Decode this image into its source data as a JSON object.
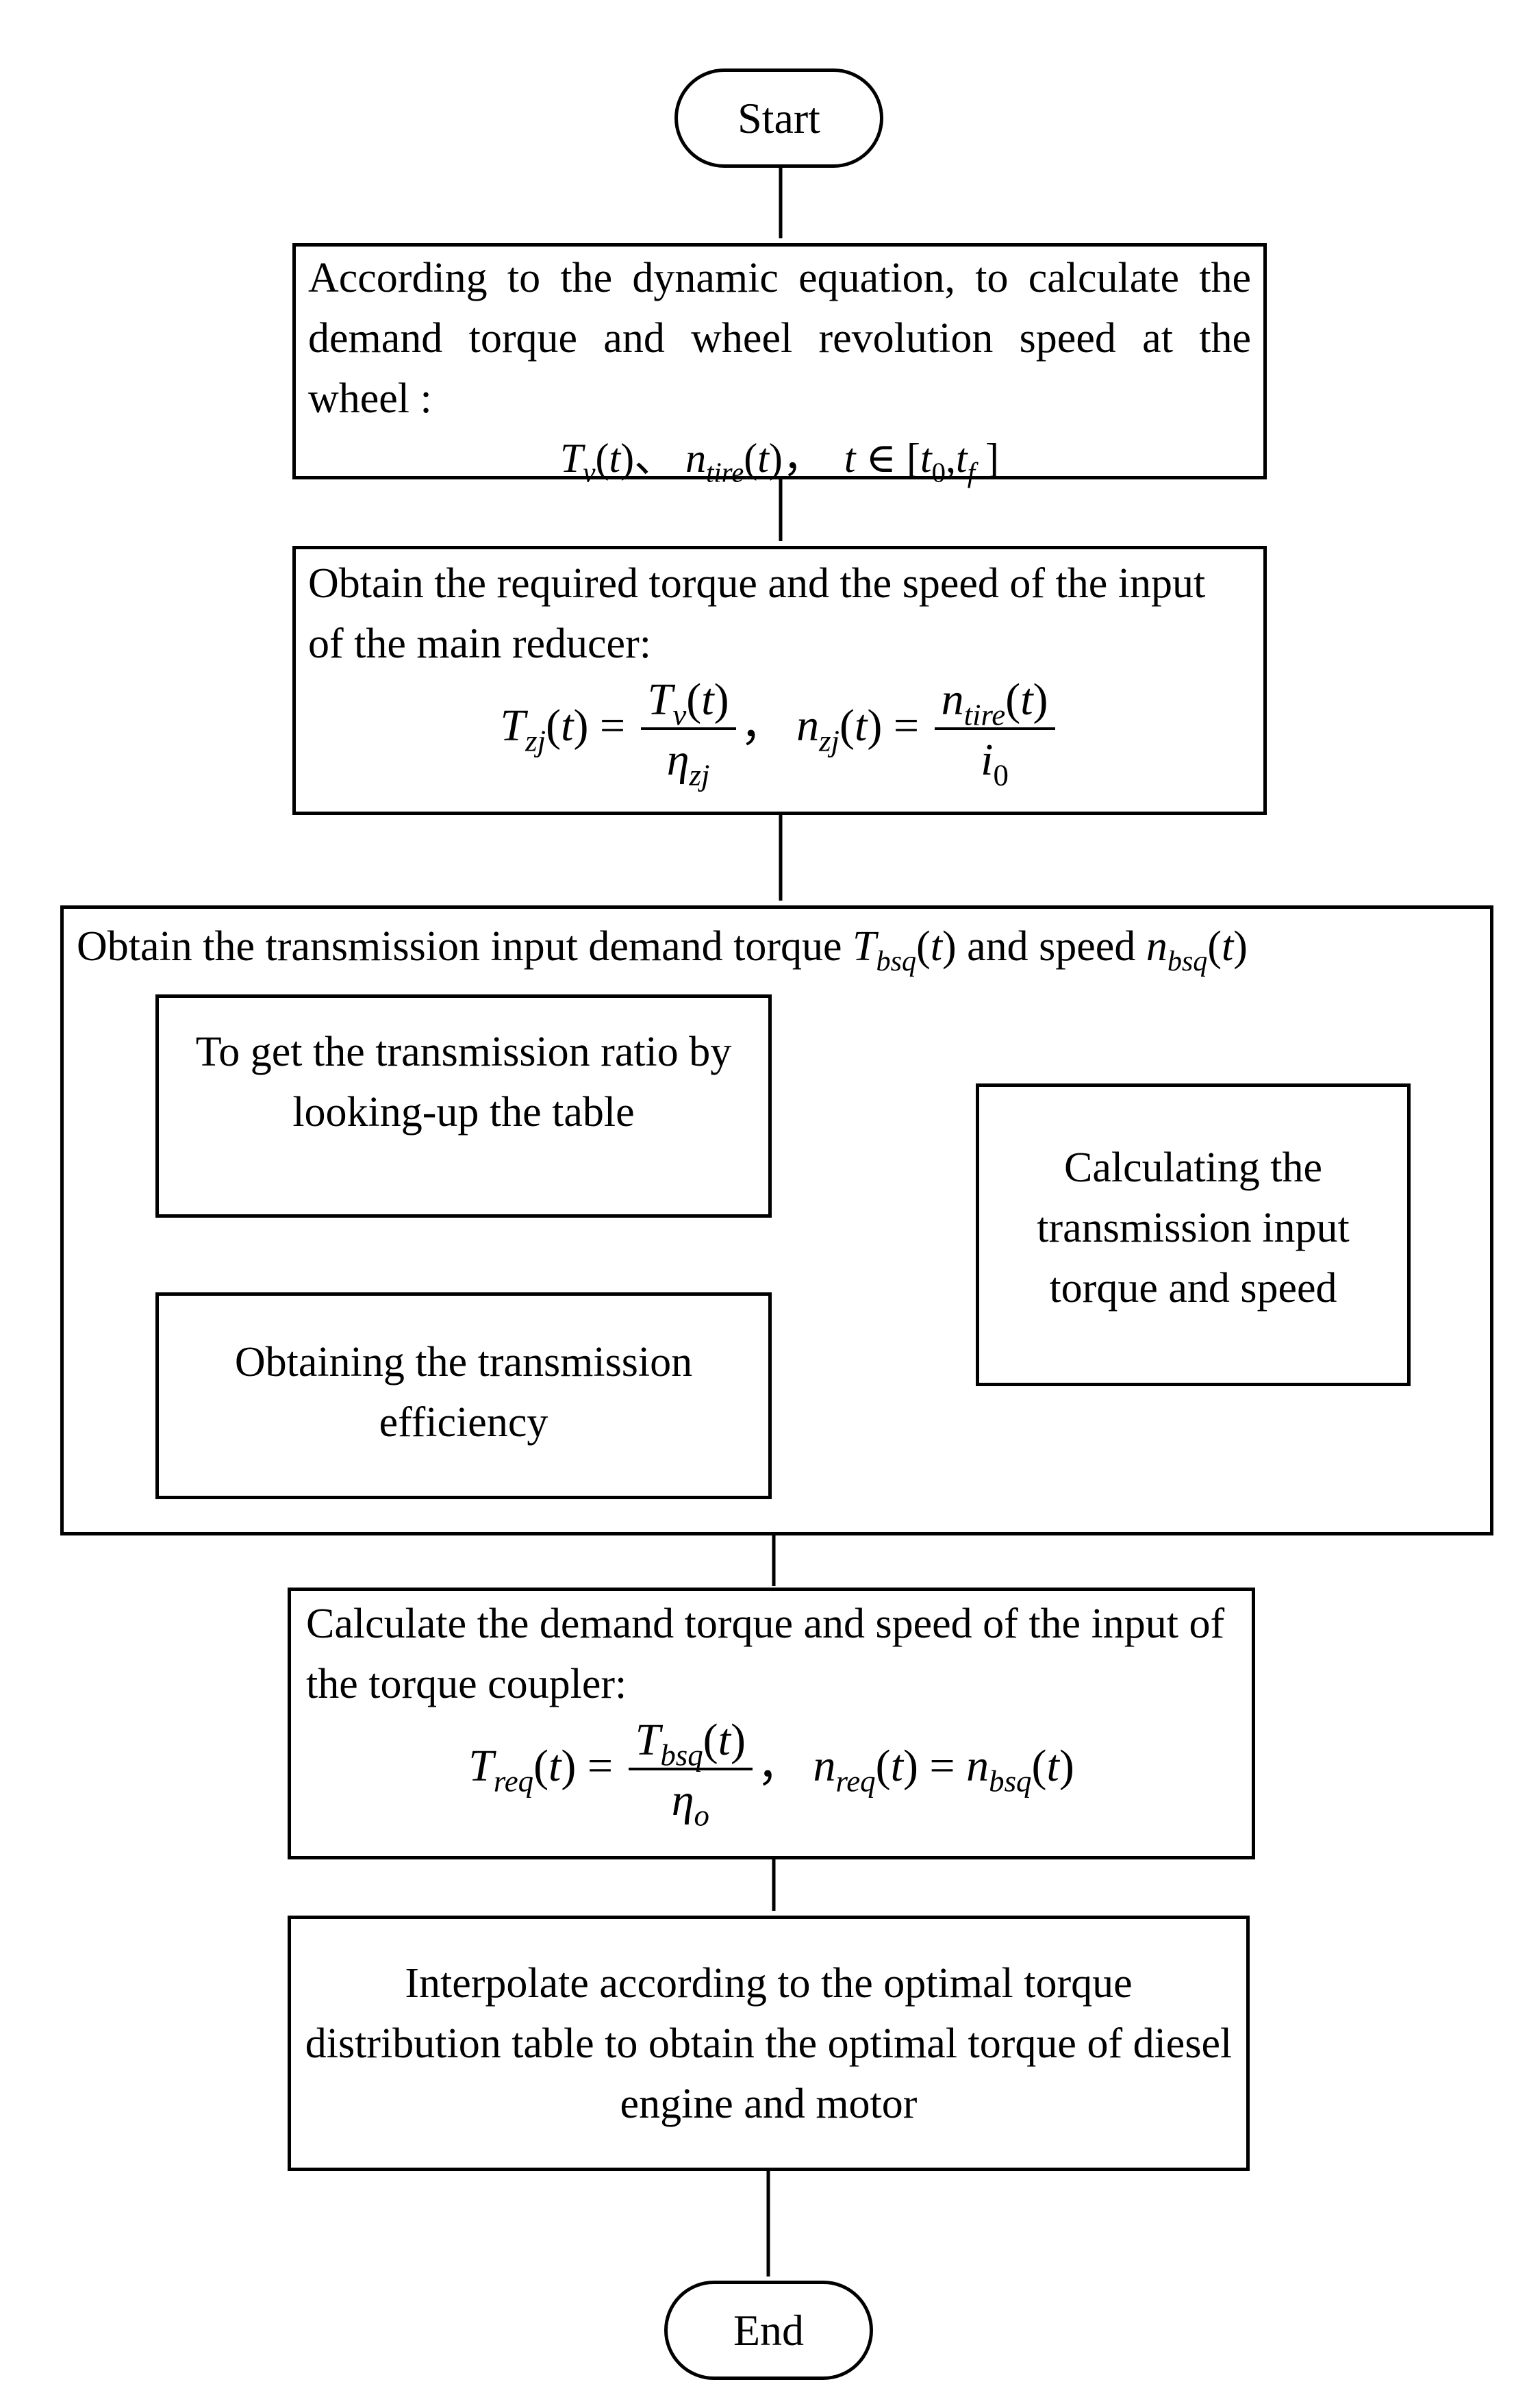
{
  "start": "Start",
  "end": "End",
  "step1": {
    "text": "According to the dynamic equation, to calculate the demand torque and wheel revolution speed at the wheel :",
    "formula": "Tv(t)、ntire(t)， t∈[t0,tf]"
  },
  "step2": {
    "text": "Obtain the required torque and the speed of the input of the main reducer:",
    "formula": "Tzj(t) = Tv(t)/ηzj， nzj(t) = ntire(t)/i0"
  },
  "group": {
    "title": "Obtain the transmission input demand torque Tbsq(t) and speed nbsq(t)",
    "box_a": "To get the transmission ratio by looking-up the table",
    "box_b": "Obtaining the transmission efficiency",
    "box_c": "Calculating the transmission input torque and speed"
  },
  "step3": {
    "text": "Calculate the demand torque and speed of the input of the torque coupler:",
    "formula": "Treq(t) = Tbsq(t)/ηo， nreq(t) = nbsq(t)"
  },
  "step4": {
    "text": "Interpolate according to the optimal torque distribution table to obtain the optimal torque of diesel engine and motor"
  }
}
